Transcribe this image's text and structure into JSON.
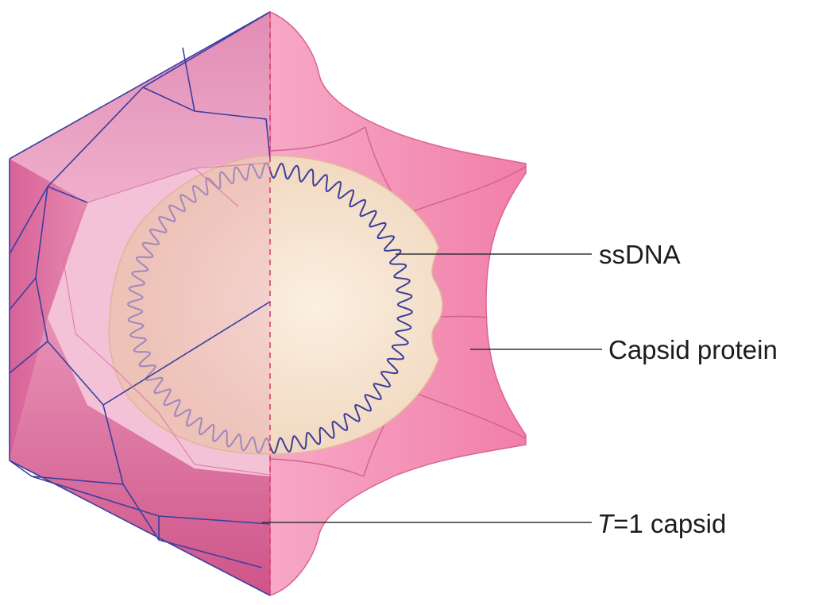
{
  "labels": {
    "ssdna": "ssDNA",
    "capsid_protein": "Capsid protein",
    "capsid_prefix": "T",
    "capsid_rest": "=1 capsid"
  },
  "colors": {
    "capsid_pink": "#f08cb2",
    "capsid_dark": "#c8477f",
    "interior": "#f3dfc5",
    "dna_line": "#3b3d9a",
    "edge_line": "#3a3fa0",
    "leader_line": "#333333"
  }
}
